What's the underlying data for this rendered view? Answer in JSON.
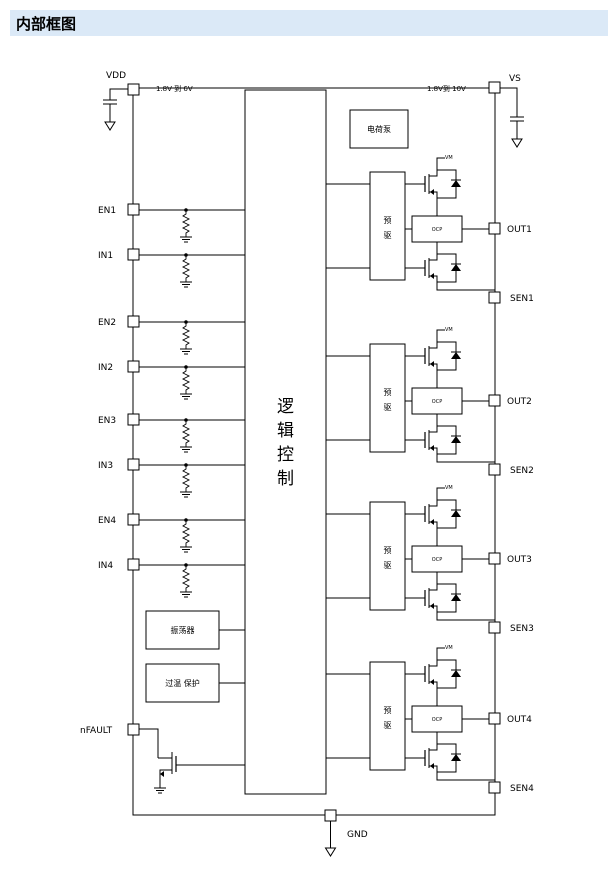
{
  "header": {
    "title": "内部框图"
  },
  "supply": {
    "vdd_label": "VDD",
    "vdd_range": "1.8V 到 6V",
    "vs_label": "VS",
    "vs_range": "1.8V到 10V",
    "gnd_label": "GND"
  },
  "blocks": {
    "logic_chars": [
      "逻",
      "辑",
      "控",
      "制"
    ],
    "charge_pump": "电荷泵",
    "oscillator": "振荡器",
    "thermal_protection": "过温 保护"
  },
  "inputs": [
    {
      "en": "EN1",
      "in": "IN1"
    },
    {
      "en": "EN2",
      "in": "IN2"
    },
    {
      "en": "EN3",
      "in": "IN3"
    },
    {
      "en": "EN4",
      "in": "IN4"
    }
  ],
  "nfault_label": "nFAULT",
  "channels": [
    {
      "out": "OUT1",
      "sen": "SEN1"
    },
    {
      "out": "OUT2",
      "sen": "SEN2"
    },
    {
      "out": "OUT3",
      "sen": "SEN3"
    },
    {
      "out": "OUT4",
      "sen": "SEN4"
    }
  ],
  "predriver_chars": [
    "预",
    "驱"
  ],
  "ocp_label": "OCP",
  "vm_label": "VM"
}
